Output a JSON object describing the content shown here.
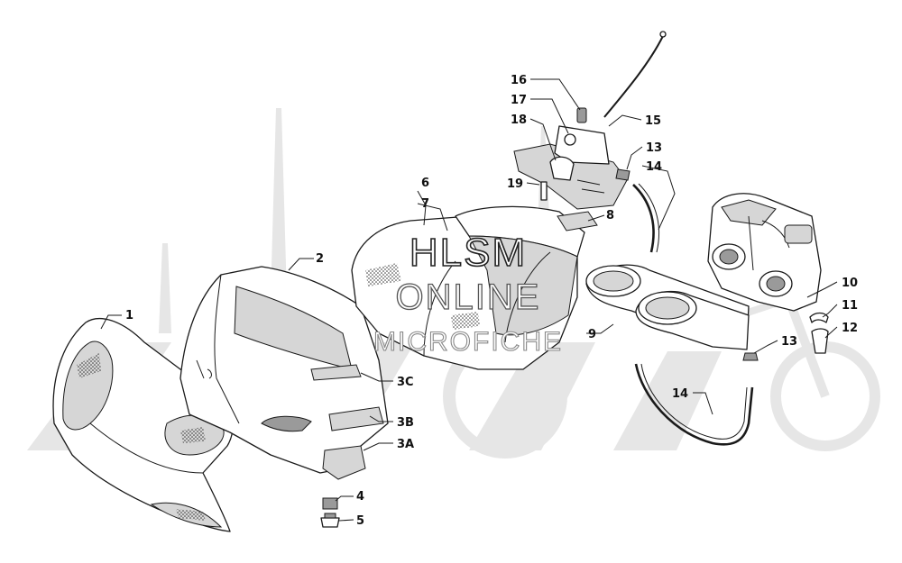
{
  "watermark": {
    "line1": "HLSM",
    "line2": "ONLINE",
    "line3": "MICROFICHE",
    "background_mark": "moto-logo-background"
  },
  "callouts": [
    {
      "id": "c1",
      "text": "1"
    },
    {
      "id": "c2",
      "text": "2"
    },
    {
      "id": "c3a",
      "text": "3A"
    },
    {
      "id": "c3b",
      "text": "3B"
    },
    {
      "id": "c3c",
      "text": "3C"
    },
    {
      "id": "c4",
      "text": "4"
    },
    {
      "id": "c5",
      "text": "5"
    },
    {
      "id": "c6",
      "text": "6"
    },
    {
      "id": "c7",
      "text": "7"
    },
    {
      "id": "c8",
      "text": "8"
    },
    {
      "id": "c9",
      "text": "9"
    },
    {
      "id": "c10",
      "text": "10"
    },
    {
      "id": "c11",
      "text": "11"
    },
    {
      "id": "c12",
      "text": "12"
    },
    {
      "id": "c13a",
      "text": "13"
    },
    {
      "id": "c13b",
      "text": "13"
    },
    {
      "id": "c14a",
      "text": "14"
    },
    {
      "id": "c14b",
      "text": "14"
    },
    {
      "id": "c15",
      "text": "15"
    },
    {
      "id": "c16",
      "text": "16"
    },
    {
      "id": "c17",
      "text": "17"
    },
    {
      "id": "c18",
      "text": "18"
    },
    {
      "id": "c19",
      "text": "19"
    }
  ]
}
